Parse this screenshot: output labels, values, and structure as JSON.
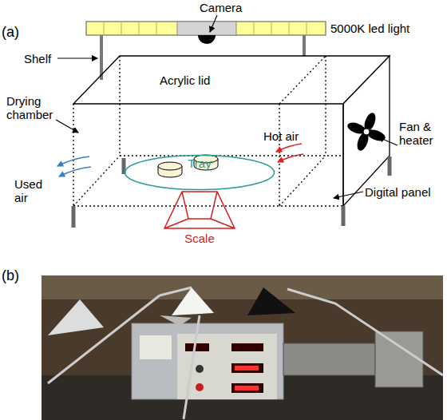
{
  "diagram": {
    "nodes": [
      {
        "text": [
          "Tray"
        ]
      },
      {
        "text": [
          "Scale"
        ]
      }
    ],
    "labels": [
      "(a)",
      "Camera",
      "5000K led light",
      "Shelf",
      "Acrylic lid",
      "Drying chamber",
      "Hot air",
      "Fan & heater",
      "Used air",
      "Digital panel",
      "(b)"
    ]
  }
}
